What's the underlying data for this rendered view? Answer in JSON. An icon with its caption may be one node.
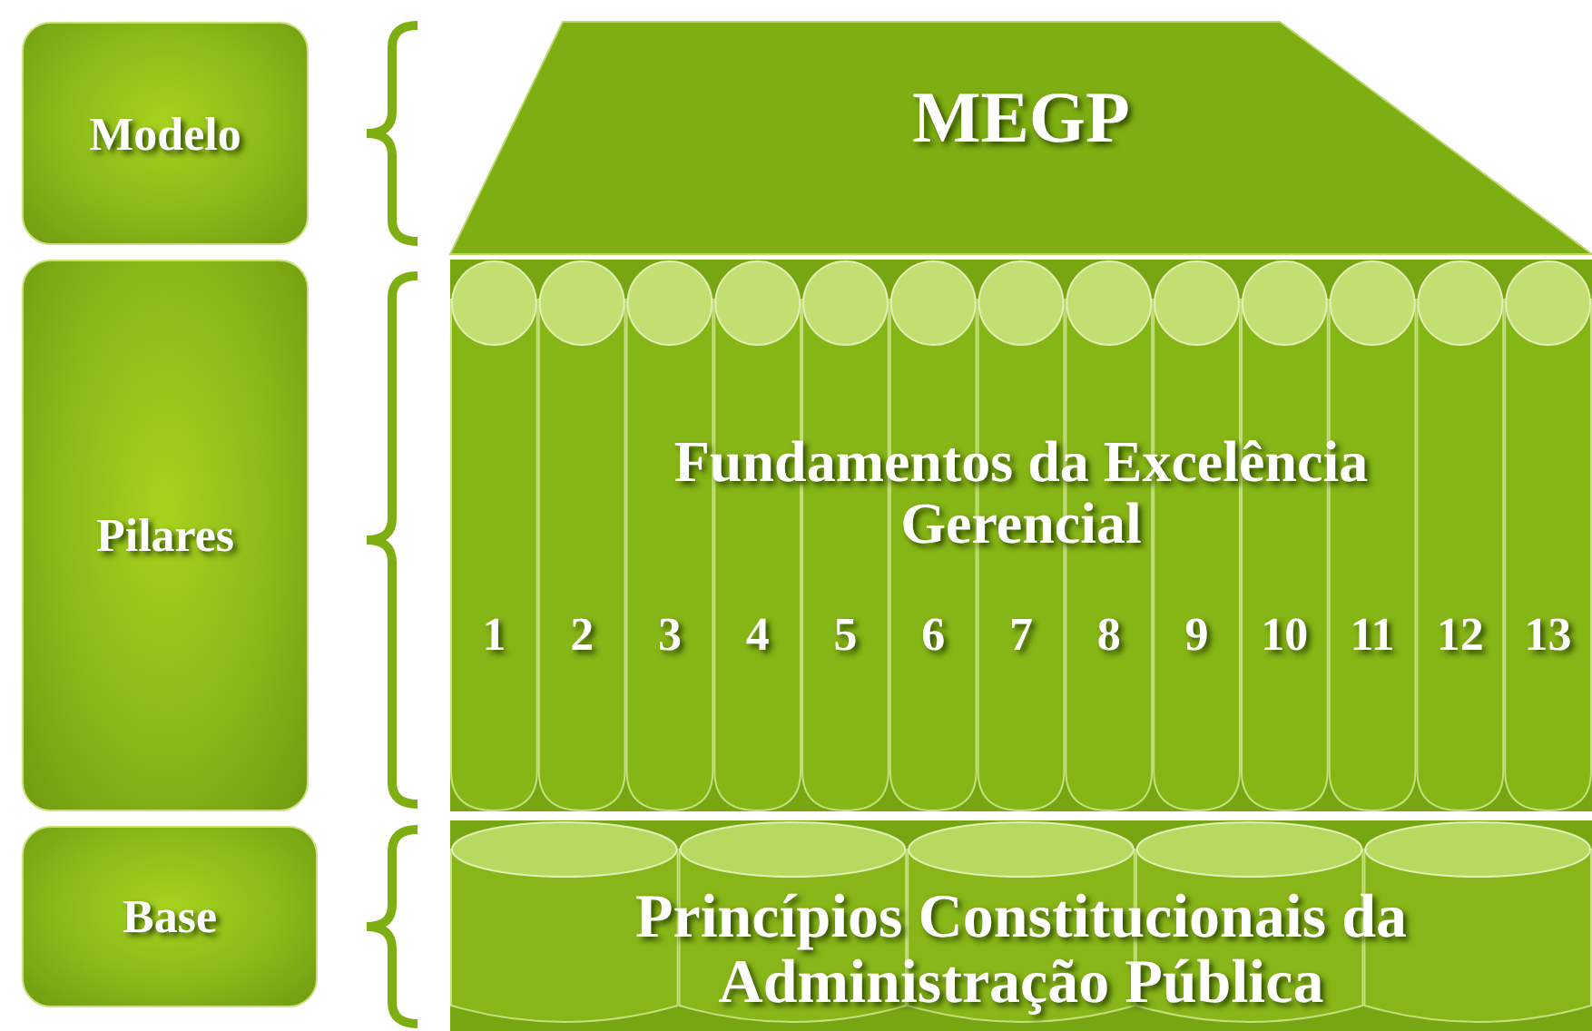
{
  "diagram": {
    "nodes": [
      {
        "text": [
          "Modelo"
        ]
      },
      {
        "text": [
          "MEGP"
        ]
      },
      {
        "text": [
          "Pilares"
        ]
      },
      {
        "text": [
          "Fundamentos da Excelência Gerencial"
        ]
      },
      {
        "text": [
          "Base"
        ]
      },
      {
        "text": [
          "Princípios Constitucionais da Administração Pública"
        ]
      }
    ],
    "labels": [
      "1",
      "2",
      "3",
      "4",
      "5",
      "6",
      "7",
      "8",
      "9",
      "10",
      "11",
      "12",
      "13"
    ]
  }
}
